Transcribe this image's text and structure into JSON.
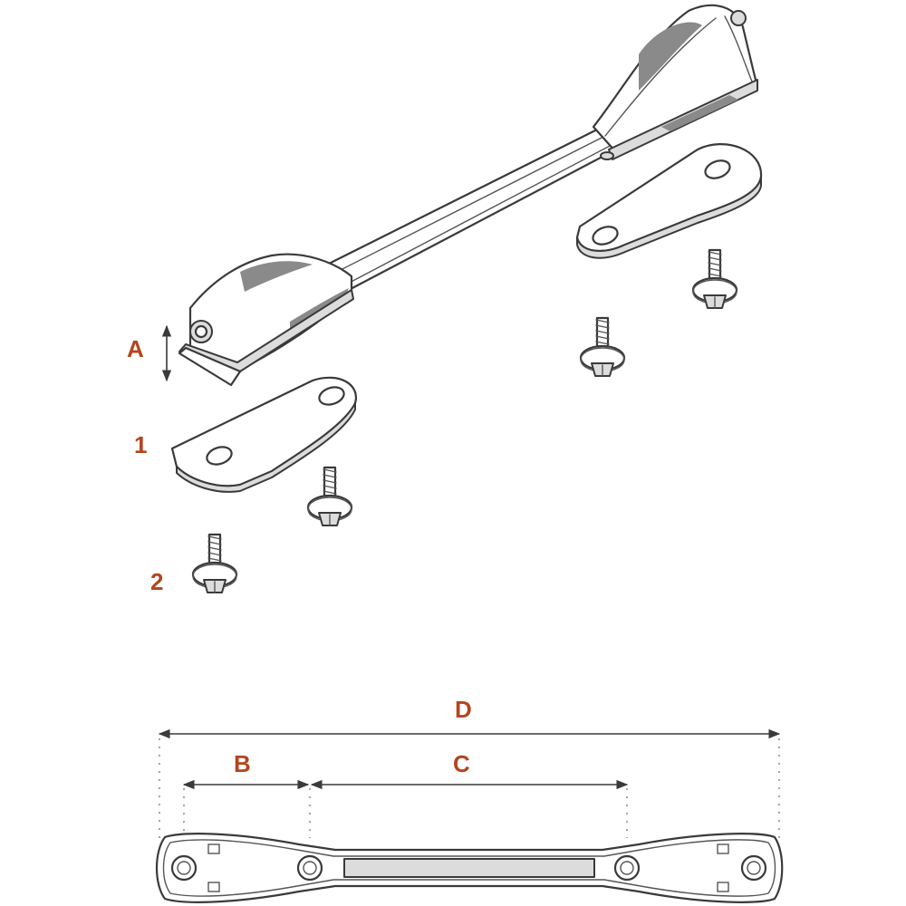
{
  "callouts": {
    "height": "A",
    "base_plate": "1",
    "screw": "2",
    "total_length": "D",
    "end_length": "B",
    "center_length": "C"
  },
  "colors": {
    "label": "#b5441d",
    "line": "#3a3a3a"
  }
}
